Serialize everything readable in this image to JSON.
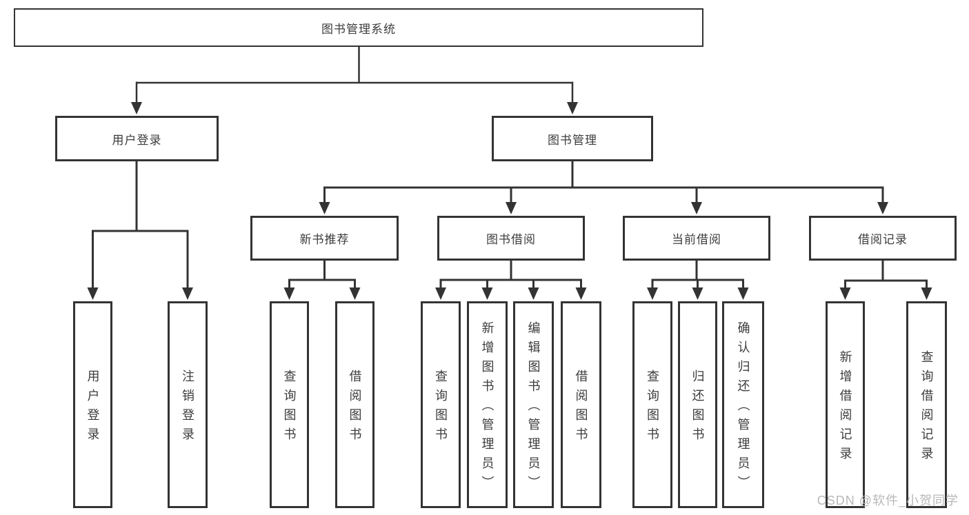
{
  "diagram_type": "functional-structure-tree",
  "colors": {
    "line": "#333333",
    "box_border": "#333333",
    "box_background": "#ffffff",
    "text": "#3c3c3c",
    "watermark": "#b8b8b8"
  },
  "root": {
    "label": "图书管理系统"
  },
  "branches": {
    "user_login": {
      "label": "用户登录",
      "children": [
        "用户登录",
        "注销登录"
      ]
    },
    "book_mgmt": {
      "label": "图书管理"
    },
    "new_book_rec": {
      "label": "新书推荐",
      "children": [
        "查询图书",
        "借阅图书"
      ]
    },
    "book_borrow": {
      "label": "图书借阅",
      "children": [
        "查询图书",
        "新增图书（管理员）",
        "编辑图书（管理员）",
        "借阅图书"
      ]
    },
    "current_borrow": {
      "label": "当前借阅",
      "children": [
        "查询图书",
        "归还图书",
        "确认归还（管理员）"
      ]
    },
    "borrow_records": {
      "label": "借阅记录",
      "children": [
        "新增借阅记录",
        "查询借阅记录"
      ]
    }
  },
  "watermark": "CSDN @软件_小贺同学"
}
